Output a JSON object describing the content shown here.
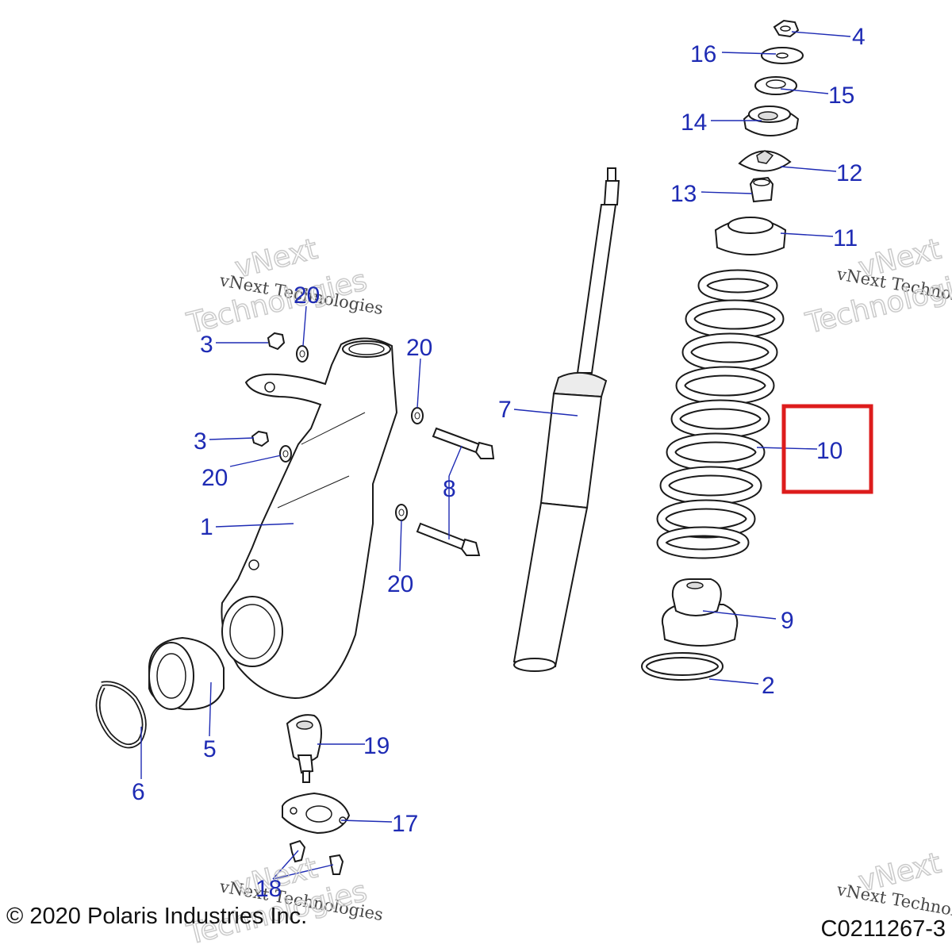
{
  "colors": {
    "callout": "#1e2bb4",
    "highlight": "#dd1c1c",
    "line": "#1a1a1a",
    "watermark": "#c8c8c8"
  },
  "callouts": [
    {
      "id": "4",
      "label": "4"
    },
    {
      "id": "16",
      "label": "16"
    },
    {
      "id": "15",
      "label": "15"
    },
    {
      "id": "14",
      "label": "14"
    },
    {
      "id": "12",
      "label": "12"
    },
    {
      "id": "13",
      "label": "13"
    },
    {
      "id": "11",
      "label": "11"
    },
    {
      "id": "3a",
      "label": "3"
    },
    {
      "id": "20a",
      "label": "20"
    },
    {
      "id": "20b",
      "label": "20"
    },
    {
      "id": "3b",
      "label": "3"
    },
    {
      "id": "20c",
      "label": "20"
    },
    {
      "id": "7",
      "label": "7"
    },
    {
      "id": "10",
      "label": "10"
    },
    {
      "id": "8",
      "label": "8"
    },
    {
      "id": "1",
      "label": "1"
    },
    {
      "id": "20d",
      "label": "20"
    },
    {
      "id": "9",
      "label": "9"
    },
    {
      "id": "2",
      "label": "2"
    },
    {
      "id": "5",
      "label": "5"
    },
    {
      "id": "19",
      "label": "19"
    },
    {
      "id": "6",
      "label": "6"
    },
    {
      "id": "17",
      "label": "17"
    },
    {
      "id": "18",
      "label": "18"
    }
  ],
  "highlighted_callout": "10",
  "watermark": {
    "line1": "vNext Technologies",
    "big1": "vNext",
    "big2": "Technologies"
  },
  "footer": {
    "copyright": "© 2020 Polaris Industries Inc.",
    "drawing_number": "C0211267-3"
  }
}
